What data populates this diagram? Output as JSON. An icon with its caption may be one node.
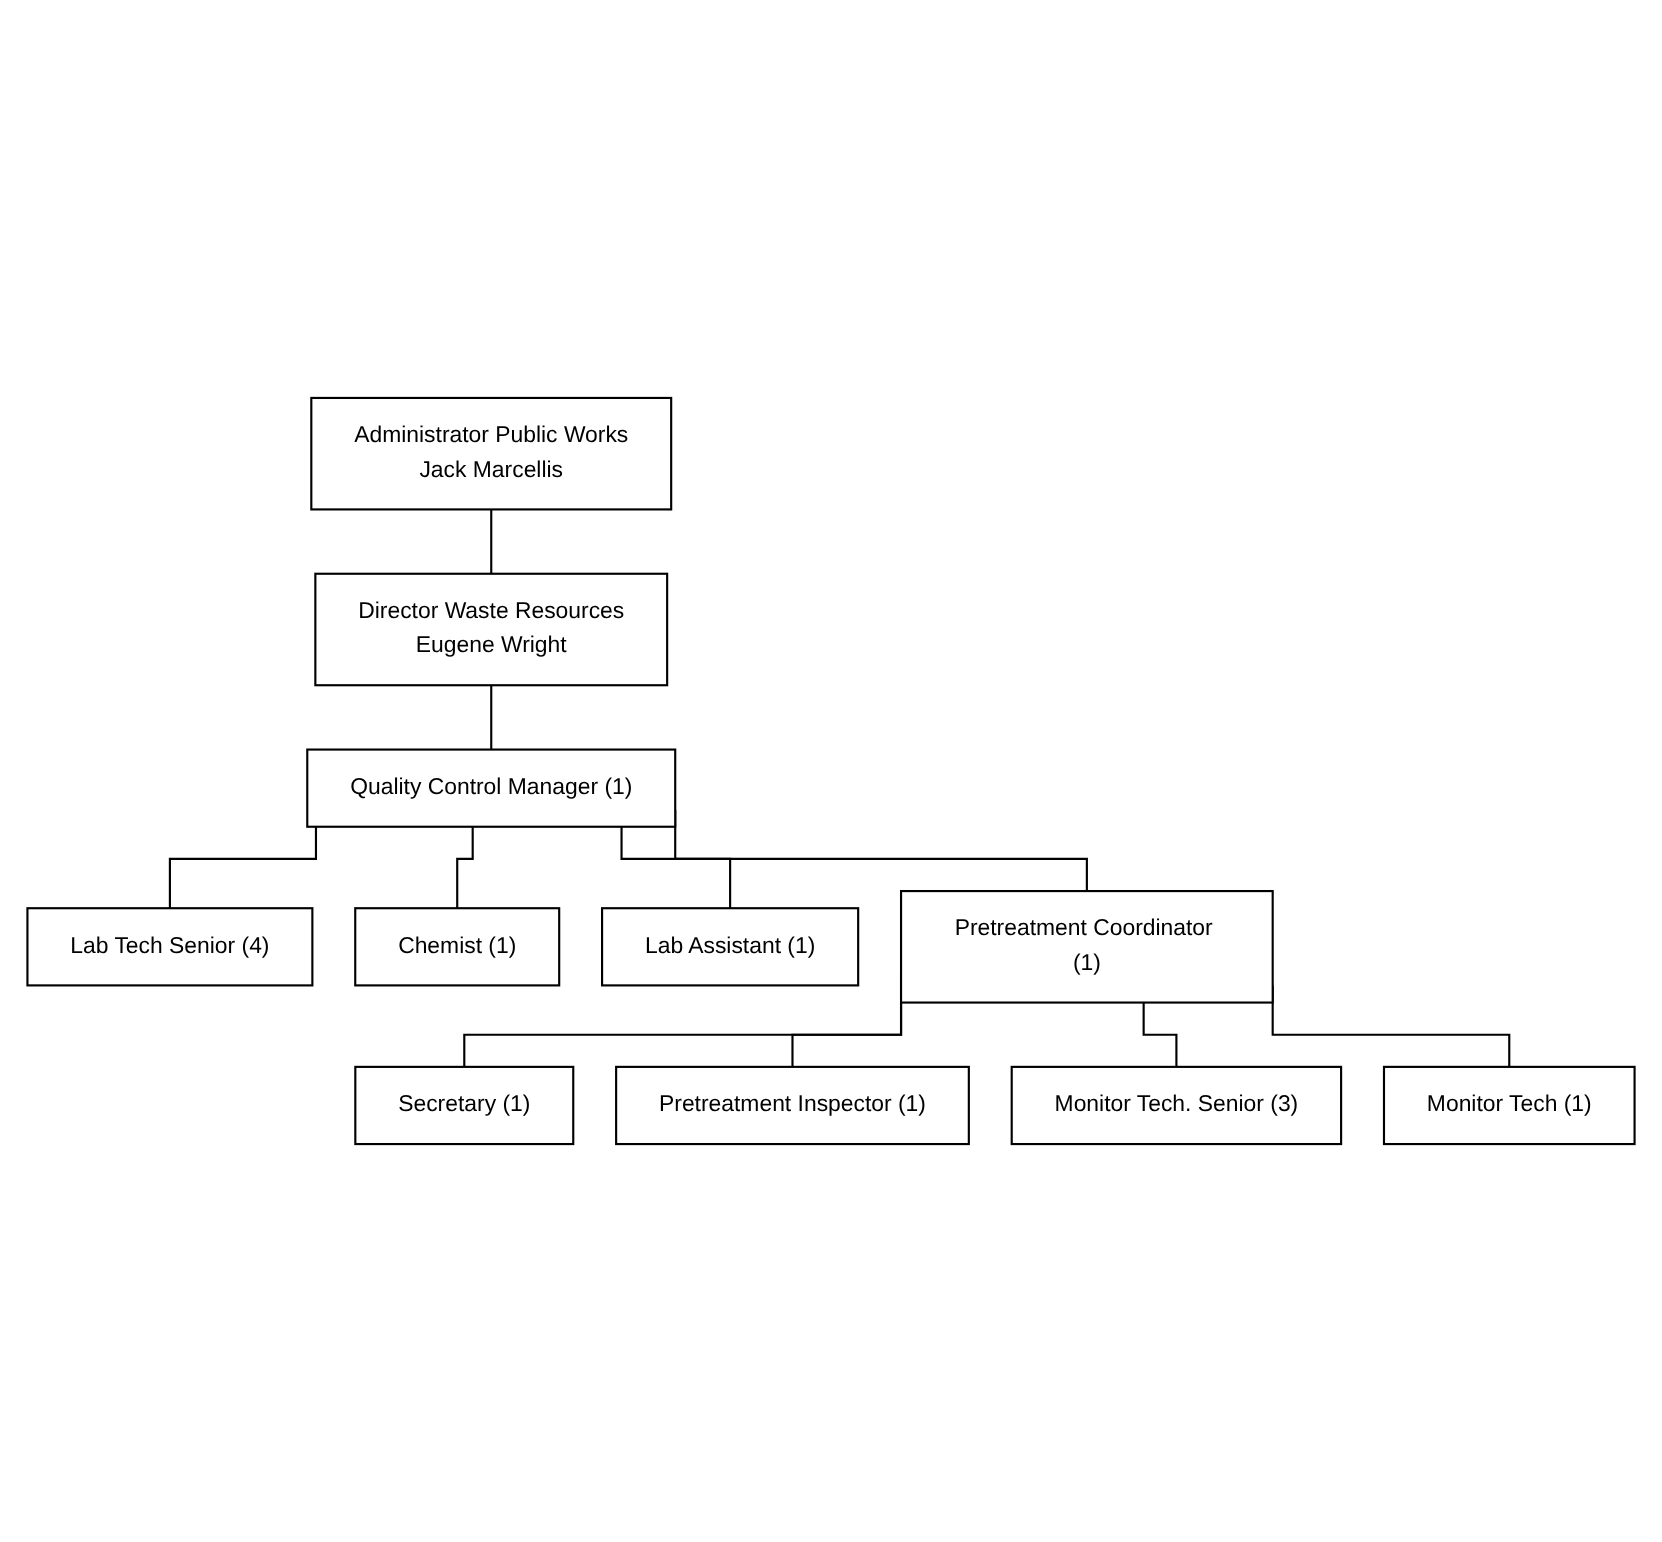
{
  "diagram": {
    "nodes": [
      {
        "text": [
          "Administrator Public Works",
          "Jack Marcellis"
        ]
      },
      {
        "text": [
          "Director Waste Resources",
          "Eugene Wright"
        ]
      },
      {
        "text": [
          "Quality Control Manager (1)"
        ]
      },
      {
        "text": [
          "Lab Tech Senior (4)"
        ]
      },
      {
        "text": [
          "Chemist (1)"
        ]
      },
      {
        "text": [
          "Lab Assistant (1)"
        ]
      },
      {
        "text": [
          "Pretreatment Coordinator (1)"
        ]
      },
      {
        "text": [
          "Secretary (1)"
        ]
      },
      {
        "text": [
          "Pretreatment Inspector (1)"
        ]
      },
      {
        "text": [
          "Monitor Tech. Senior (3)"
        ]
      },
      {
        "text": [
          "Monitor Tech (1)"
        ]
      }
    ],
    "edges": [
      {
        "from": 0,
        "to": 1,
        "arrow": "none"
      },
      {
        "from": 1,
        "to": 2,
        "arrow": "none"
      },
      {
        "from": 2,
        "to": 3,
        "arrow": "none"
      },
      {
        "from": 2,
        "to": 4,
        "arrow": "none"
      },
      {
        "from": 2,
        "to": 5,
        "arrow": "none"
      },
      {
        "from": 2,
        "to": 6,
        "arrow": "none"
      },
      {
        "from": 6,
        "to": 7,
        "arrow": "none"
      },
      {
        "from": 6,
        "to": 8,
        "arrow": "none"
      },
      {
        "from": 6,
        "to": 9,
        "arrow": "none"
      },
      {
        "from": 6,
        "to": 10,
        "arrow": "none"
      }
    ]
  }
}
